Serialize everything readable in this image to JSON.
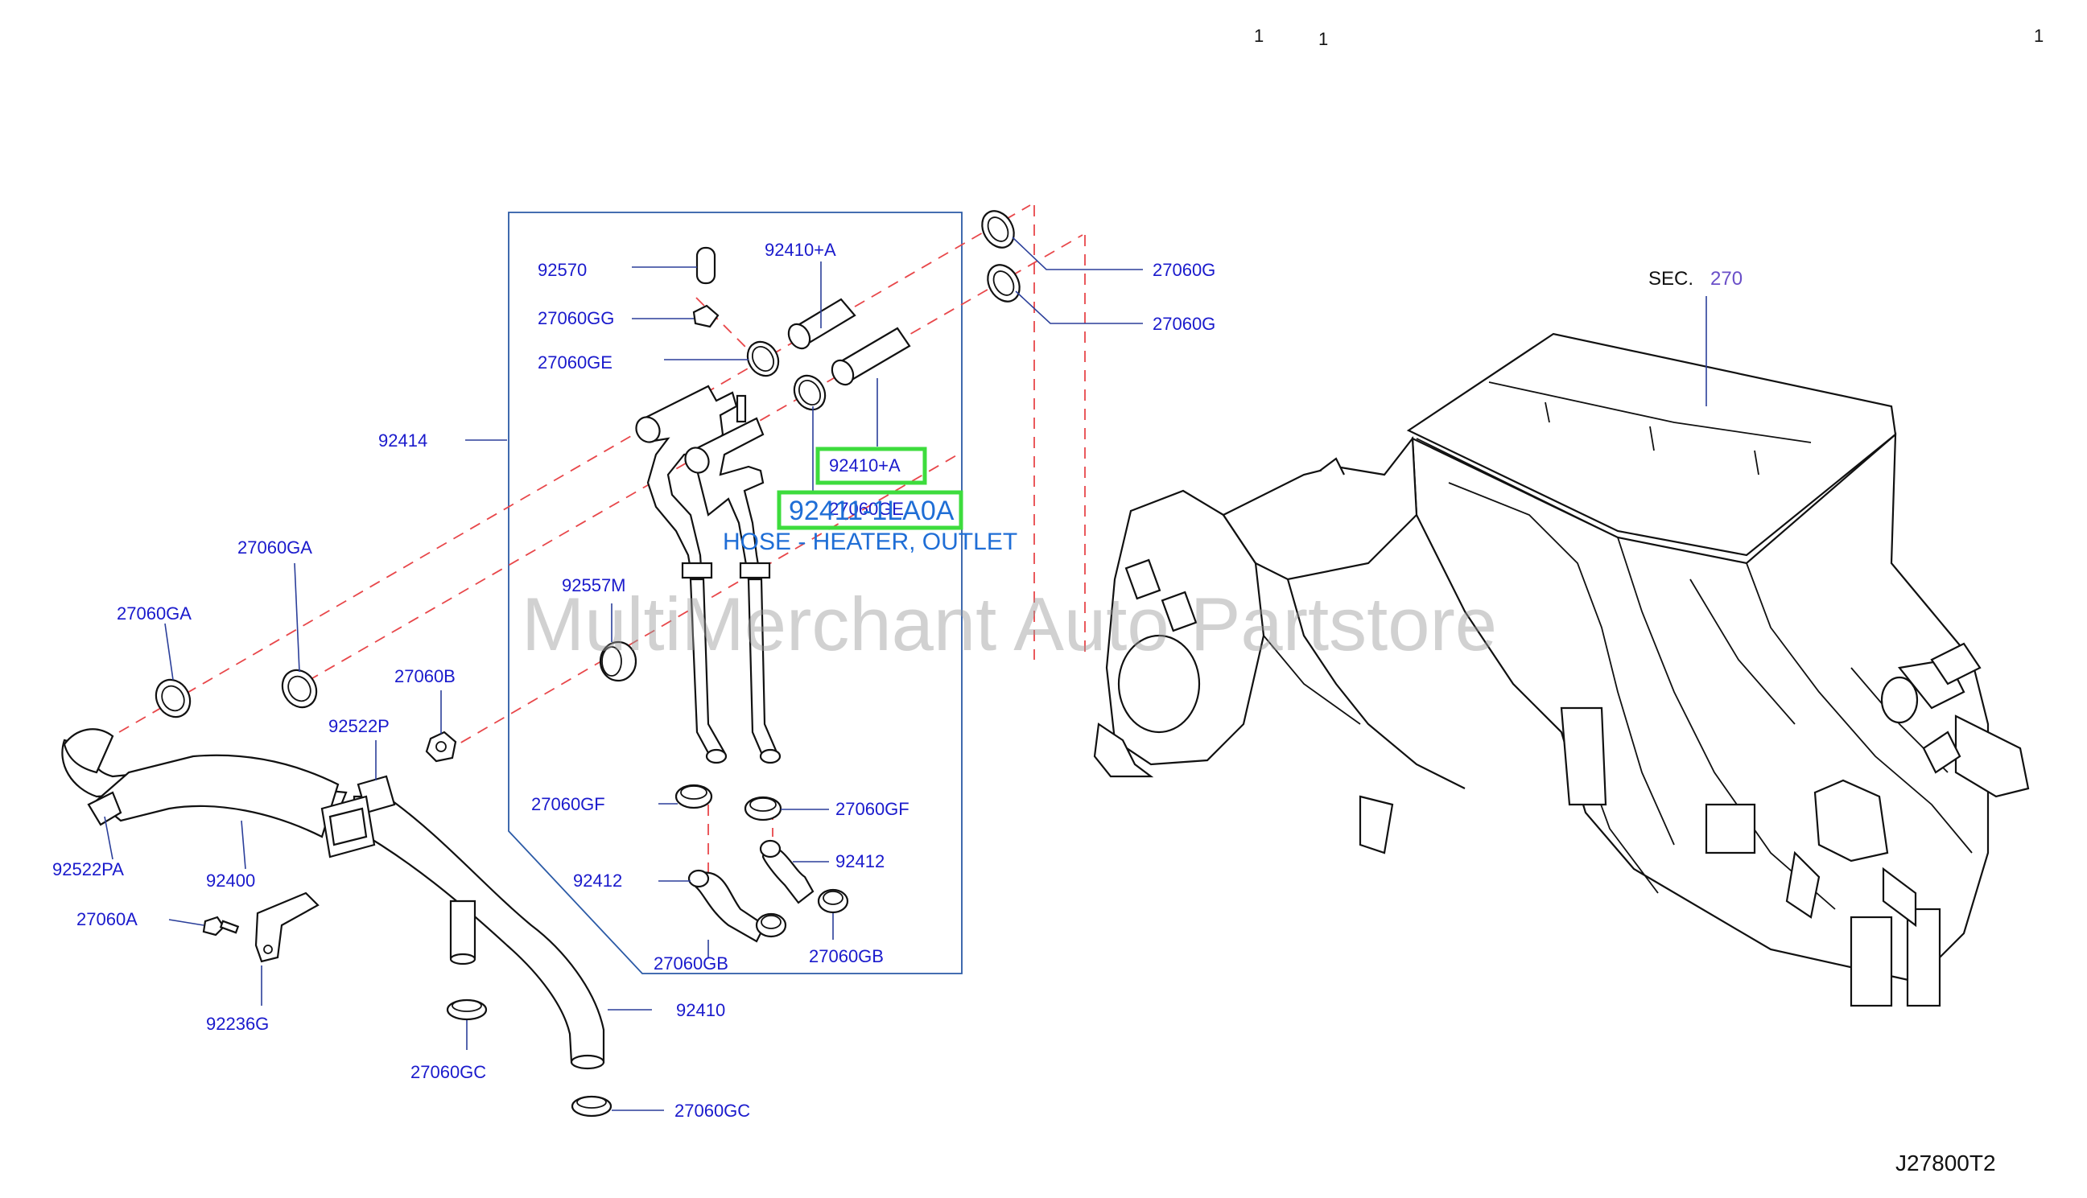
{
  "header_numbers": [
    "1",
    "1",
    "1"
  ],
  "watermark": "MultiMerchant Auto Partstore",
  "callout": {
    "part_number": "92411-1LA0A",
    "description": "HOSE - HEATER, OUTLET"
  },
  "section": {
    "prefix": "SEC.",
    "number": "270"
  },
  "reference_code": "J27800T2",
  "labels": {
    "p92570": "92570",
    "p92410a_top": "92410+A",
    "p27060gg": "27060GG",
    "p27060ge_left": "27060GE",
    "p92414": "92414",
    "p92410a_highlight": "92410+A",
    "p27060ge_highlight": "27060GE",
    "p27060g_1": "27060G",
    "p27060g_2": "27060G",
    "p27060ga_1": "27060GA",
    "p27060ga_2": "27060GA",
    "p92557m": "92557M",
    "p27060b": "27060B",
    "p92522p": "92522P",
    "p92522pa": "92522PA",
    "p92400": "92400",
    "p27060a": "27060A",
    "p92236g": "92236G",
    "p27060gf_left": "27060GF",
    "p27060gf_right": "27060GF",
    "p92412_left": "92412",
    "p92412_right": "92412",
    "p27060gb_left": "27060GB",
    "p27060gb_right": "27060GB",
    "p92410": "92410",
    "p27060gc_left": "27060GC",
    "p27060gc_right": "27060GC"
  }
}
